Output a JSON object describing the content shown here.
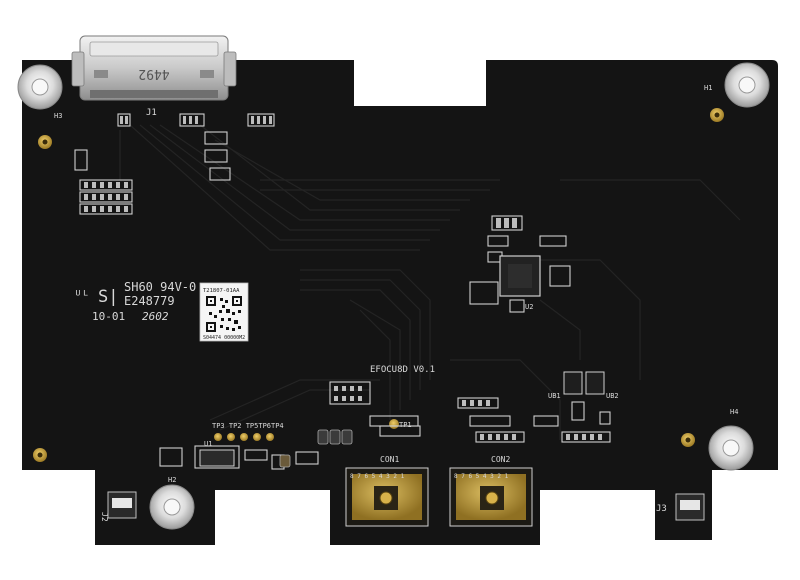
{
  "board": {
    "connector_j1_marking": "4492",
    "silkscreen": {
      "j1": "J1",
      "h1": "H1",
      "h2": "H2",
      "h3": "H3",
      "h4": "H4",
      "j2": "J2",
      "j3": "J3",
      "u1": "U1",
      "u2": "U2",
      "ub1": "UB1",
      "ub2": "UB2",
      "tp1": "TP1",
      "tp_row": "TP3 TP2 TP5TP6TP4",
      "board_name": "EFOCU8D V0.1",
      "con1": "CON1",
      "con2": "CON2",
      "con1_pins": "8 7    6 5   4 3   2 1",
      "con2_pins": "8 7    6 5   4 3   2 1"
    },
    "ul_marking": {
      "line1": "SH60 94V-0",
      "line2": "E248779",
      "line3_date": "10-01",
      "line3_code": "2602"
    },
    "qr_label": {
      "top": "T21807-01AA",
      "bottom": "S04474 00000M2"
    },
    "colors": {
      "pcb": "#141414",
      "silk": "#d8d8d8",
      "gold": "#c9a23a",
      "metal": "#c8c8c8",
      "background": "#ffffff"
    }
  }
}
